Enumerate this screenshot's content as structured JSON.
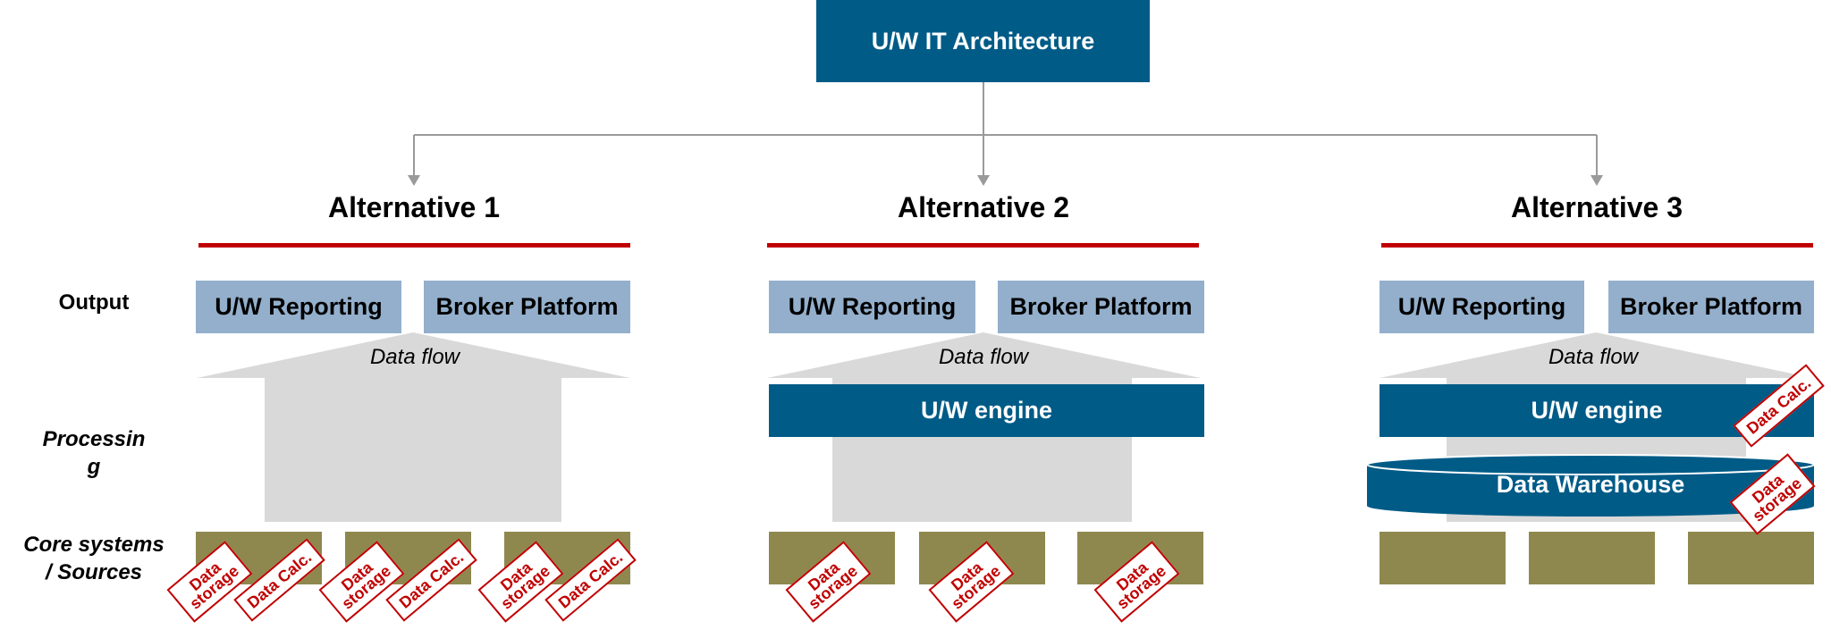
{
  "title": "U/W IT Architecture",
  "row_labels": {
    "output": "Output",
    "processing": "Processin\ng",
    "core": "Core systems\n/ Sources"
  },
  "alternatives": [
    {
      "title": "Alternative 1",
      "outputs": [
        "U/W Reporting",
        "Broker Platform"
      ],
      "flow_label": "Data flow",
      "stamps": [
        "Data\nstorage",
        "Data Calc.",
        "Data\nstorage",
        "Data Calc.",
        "Data\nstorage",
        "Data Calc."
      ]
    },
    {
      "title": "Alternative 2",
      "outputs": [
        "U/W Reporting",
        "Broker Platform"
      ],
      "flow_label": "Data flow",
      "engine": "U/W engine",
      "stamps": [
        "Data\nstorage",
        "Data\nstorage",
        "Data\nstorage"
      ]
    },
    {
      "title": "Alternative 3",
      "outputs": [
        "U/W Reporting",
        "Broker Platform"
      ],
      "flow_label": "Data flow",
      "engine": "U/W engine",
      "warehouse": "Data Warehouse",
      "stamps": [
        "Data Calc.",
        "Data\nstorage"
      ]
    }
  ],
  "colors": {
    "dark_blue": "#005b87",
    "light_blue": "#93afcc",
    "olive": "#8e884f",
    "red": "#c00000",
    "arrow_grey": "#d9d9d9"
  }
}
